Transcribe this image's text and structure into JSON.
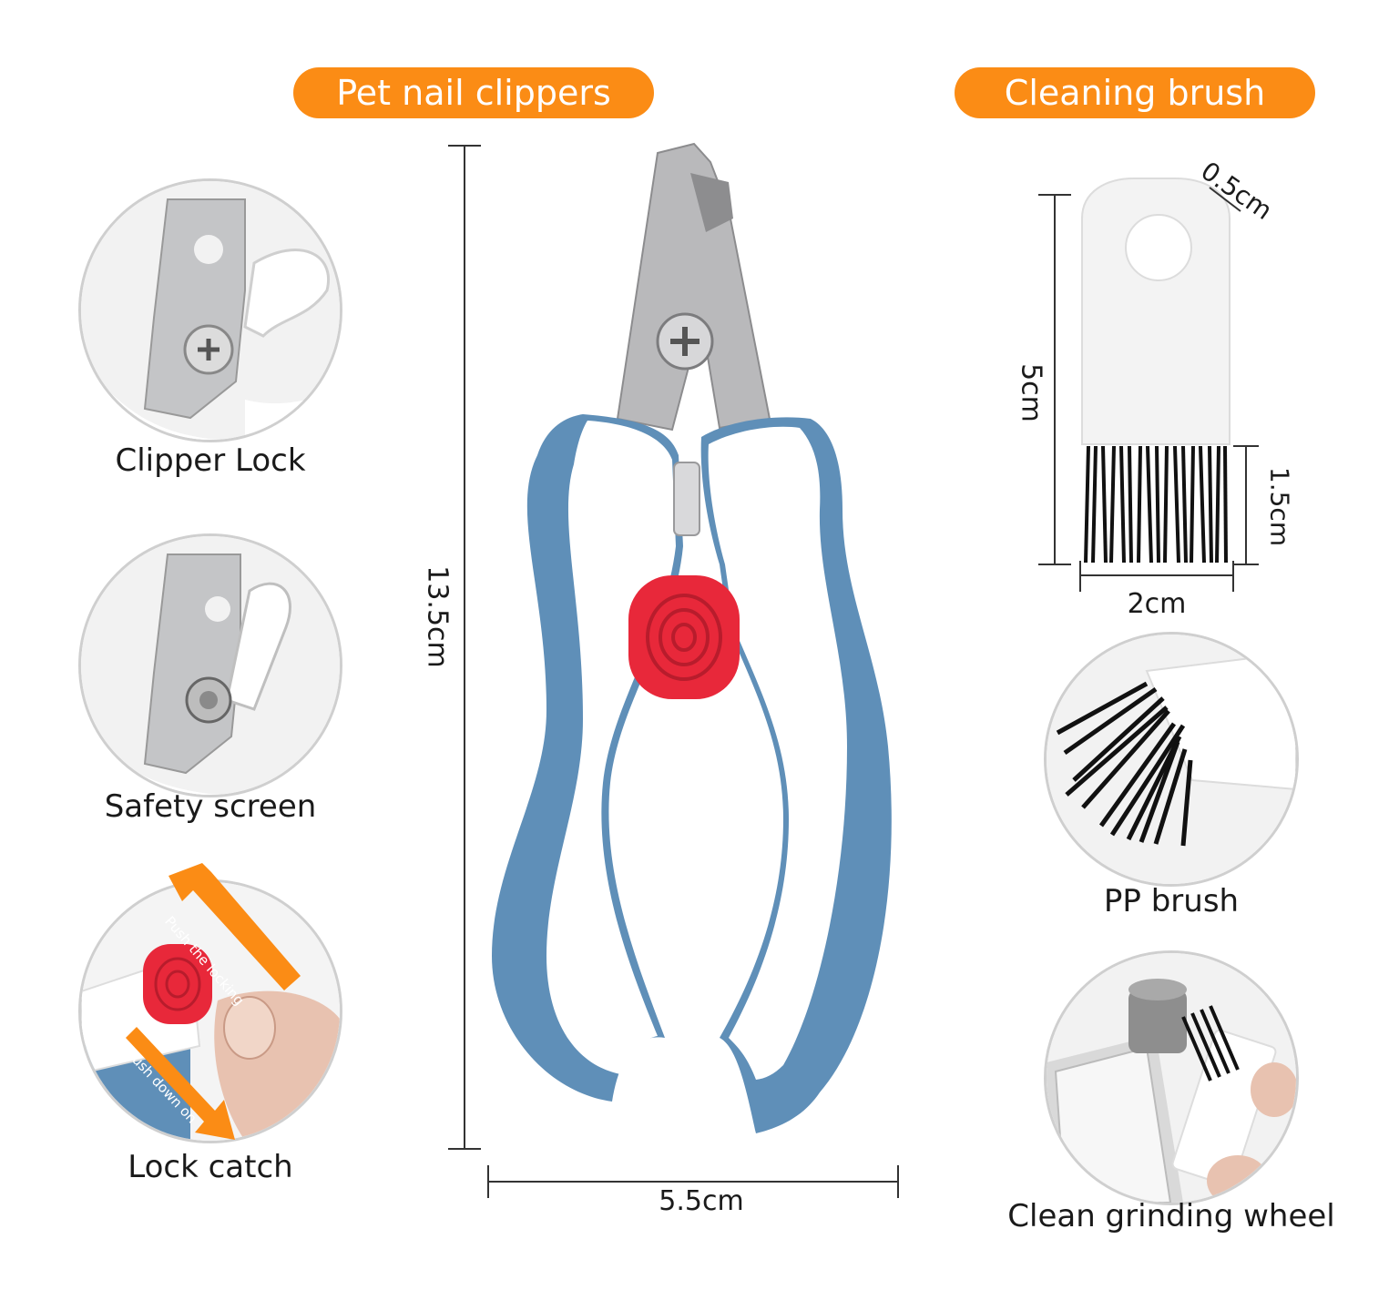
{
  "colors": {
    "accent_orange": "#fb8c15",
    "handle_blue": "#5f8fb8",
    "lock_red": "#e8283a",
    "steel": "#b9b9bb"
  },
  "headers": {
    "left": "Pet nail clippers",
    "right": "Cleaning brush"
  },
  "features": [
    {
      "caption": "Clipper Lock",
      "icon": "clipper-lock"
    },
    {
      "caption": "Safety screen",
      "icon": "safety-screen"
    },
    {
      "caption": "Lock catch",
      "icon": "lock-catch",
      "arrow_top": "Push the locking",
      "arrow_bottom": "Push down on"
    }
  ],
  "clipper": {
    "height_label": "13.5cm",
    "width_label": "5.5cm"
  },
  "brush": {
    "thickness_label": "0.5cm",
    "height_label": "5cm",
    "bristle_label": "1.5cm",
    "width_label": "2cm"
  },
  "brush_features": [
    {
      "caption": "PP brush",
      "icon": "pp-brush"
    },
    {
      "caption": "Clean grinding wheel",
      "icon": "grinding-wheel"
    }
  ]
}
